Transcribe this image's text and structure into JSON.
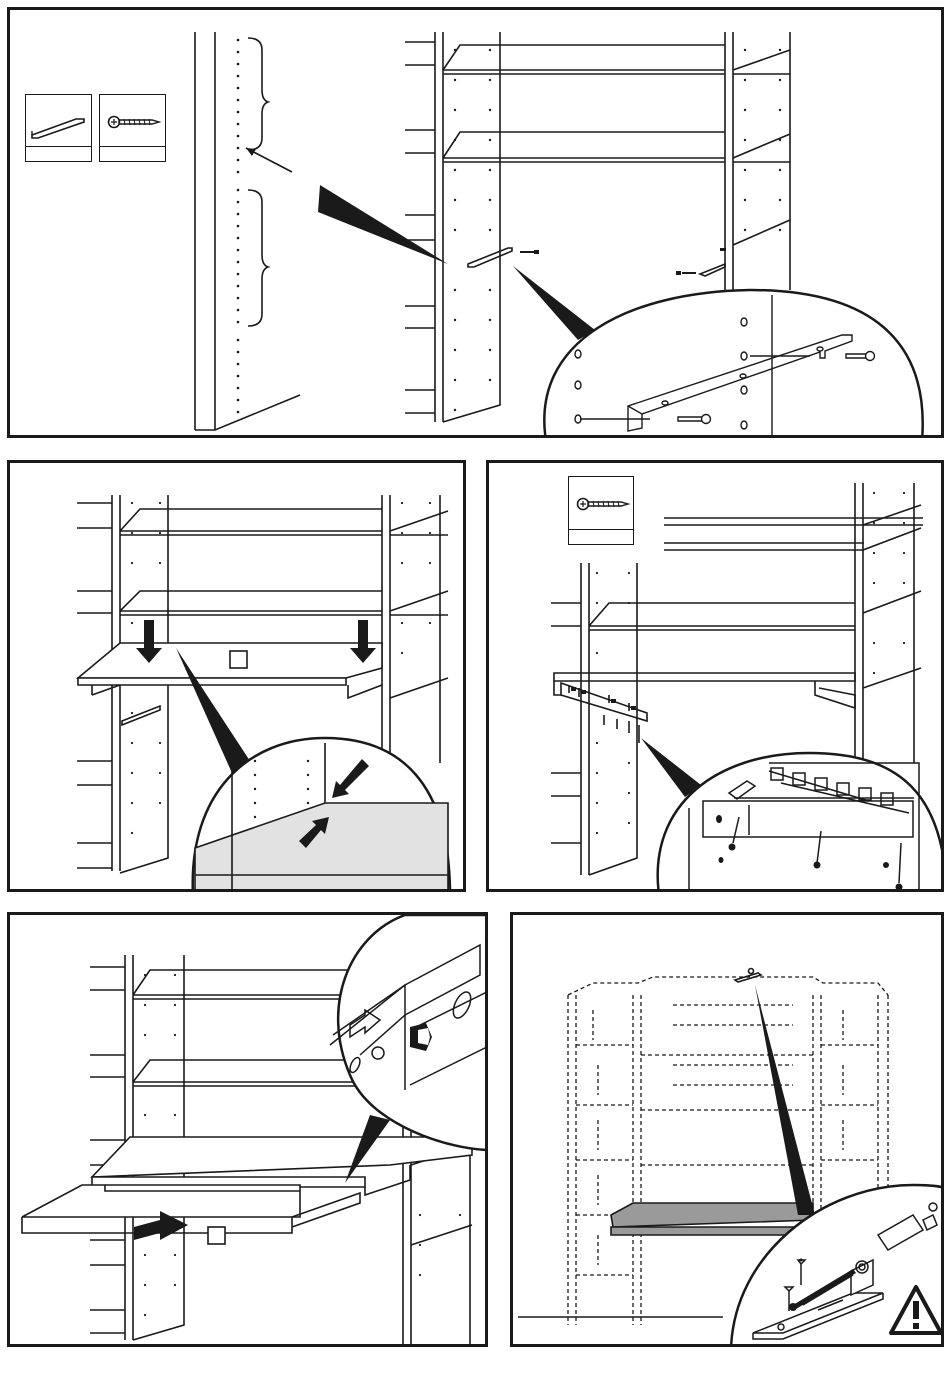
{
  "document": {
    "type": "assembly-instructions",
    "steps": [
      {
        "id": "step-1",
        "icons": [
          "shelf-rail-icon",
          "screw-icon"
        ]
      },
      {
        "id": "step-2",
        "icons": []
      },
      {
        "id": "step-3",
        "icons": [
          "screw-icon"
        ]
      },
      {
        "id": "step-4",
        "icons": []
      },
      {
        "id": "step-5",
        "icons": [
          "wall-anchor-icon",
          "warning-icon"
        ]
      }
    ]
  },
  "colors": {
    "line": "#1a1a1a",
    "shelf_fill": "#e4e4e4",
    "dark_fill": "#9a9a9a",
    "background": "#ffffff"
  }
}
